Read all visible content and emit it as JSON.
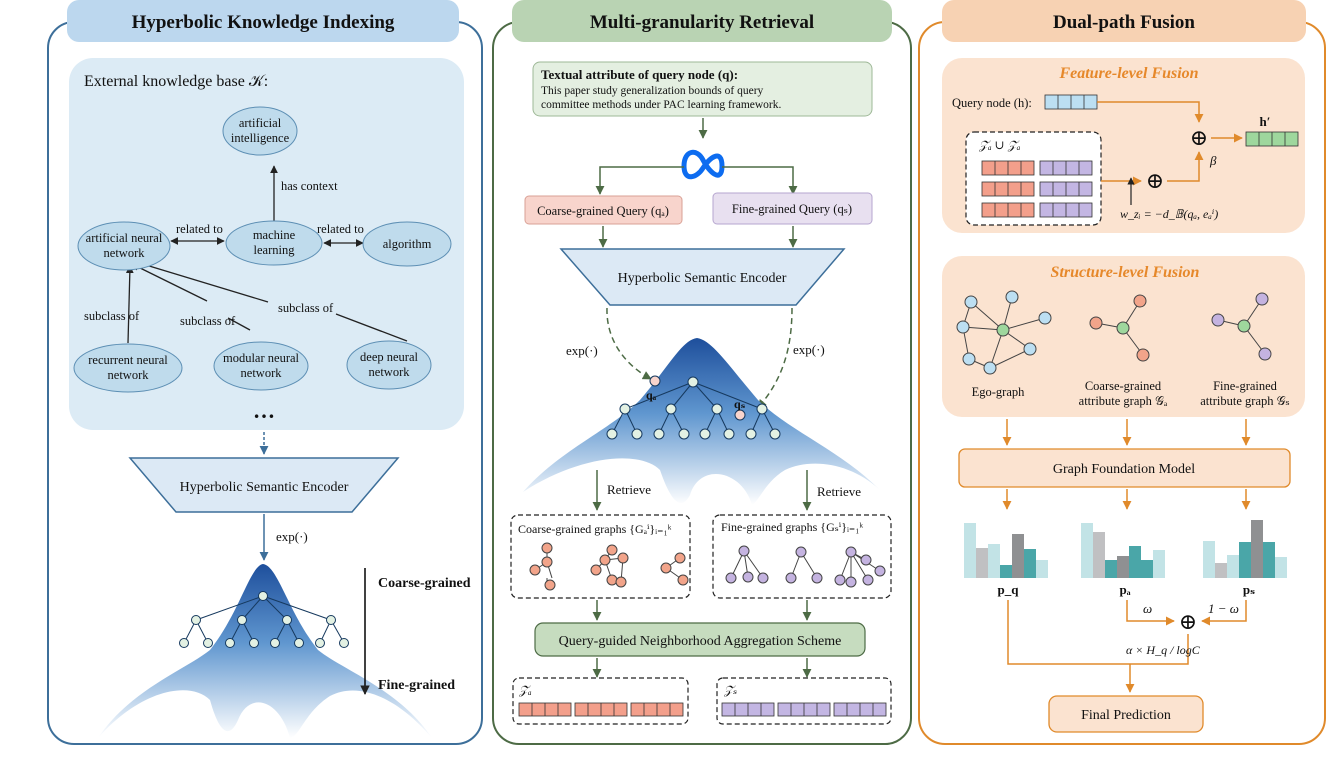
{
  "colors": {
    "panel1_border": "#3d6f9a",
    "panel1_header": "#bcd7ee",
    "panel1_inner": "#dcebf5",
    "panel2_border": "#4d6b45",
    "panel2_header": "#b9d3b3",
    "panel3_border": "#e08a2b",
    "panel3_header": "#f7d2b3",
    "panel3_inner": "#fbe3d0",
    "orange_title": "#e6882a",
    "coarse_fill": "#f3c2b6",
    "coarse_node": "#f2a48a",
    "fine_fill": "#e6dff0",
    "fine_node": "#c4b3e0",
    "cell_coarse": "#f39f8b",
    "cell_fine": "#c3b6e3",
    "cell_blue": "#bcdff2",
    "cell_green": "#9ed79d",
    "hyper_dark": "#1e4f9c",
    "node_fill": "#e3f1e3",
    "meta_blue": "#0d6cf0"
  },
  "panel1": {
    "title": "Hyperbolic Knowledge Indexing",
    "kb_label": "External knowledge base 𝒦:",
    "nodes": {
      "ai": [
        "artificial",
        "intelligence"
      ],
      "ml": [
        "machine",
        "learning"
      ],
      "ann": [
        "artificial neural",
        "network"
      ],
      "algo": [
        "algorithm"
      ],
      "rnn": [
        "recurrent neural",
        "network"
      ],
      "mnn": [
        "modular neural",
        "network"
      ],
      "dnn": [
        "deep neural",
        "network"
      ]
    },
    "edges": {
      "has_context": "has context",
      "related_left": "related to",
      "related_right": "related to",
      "subclass_1": "subclass of",
      "subclass_2": "subclass of",
      "subclass_3": "subclass of"
    },
    "ellipsis": "…",
    "encoder": "Hyperbolic Semantic Encoder",
    "exp": "exp(·)",
    "coarse": "Coarse-grained",
    "fine": "Fine-grained"
  },
  "panel2": {
    "title": "Multi-granularity Retrieval",
    "query_title": "Textual attribute of query node (q):",
    "query_text": [
      "This paper study generalization bounds of query",
      "committee methods under PAC learning framework."
    ],
    "coarse_query": "Coarse-grained Query (qₐ)",
    "fine_query": "Fine-grained Query (qₛ)",
    "encoder": "Hyperbolic Semantic Encoder",
    "exp_left": "exp(·)",
    "exp_right": "exp(·)",
    "qa": "qₐ",
    "qs": "qₛ",
    "retrieve_left": "Retrieve",
    "retrieve_right": "Retrieve",
    "coarse_graphs": "Coarse-grained graphs {Gₐⁱ}ᵢ₌₁ᵏ",
    "fine_graphs": "Fine-grained graphs {Gₛⁱ}ᵢ₌₁ᵏ",
    "aggregation": "Query-guided Neighborhood Aggregation Scheme",
    "za": "𝒵ₐ",
    "zs": "𝒵ₛ"
  },
  "panel3": {
    "title": "Dual-path Fusion",
    "feature_title": "Feature-level Fusion",
    "query_node": "Query node (h):",
    "union": "𝒵ₐ ∪ 𝒵ₐ",
    "h_prime": "h′",
    "beta": "β",
    "oplus": "⊕",
    "weight": "w_zᵢ = −d_𝔹(qₐ, eₐⁱ)",
    "structure_title": "Structure-level Fusion",
    "ego": "Ego-graph",
    "coarse_attr": [
      "Coarse-grained",
      "attribute graph 𝒢ₐ"
    ],
    "fine_attr": [
      "Fine-grained",
      "attribute graph 𝒢ₛ"
    ],
    "gfm": "Graph Foundation Model",
    "pq": "p_q",
    "pa": "pₐ",
    "ps": "pₛ",
    "omega": "ω",
    "one_minus_omega": "1 − ω",
    "alpha_formula": "α × H_q / logC",
    "final": "Final Prediction"
  }
}
